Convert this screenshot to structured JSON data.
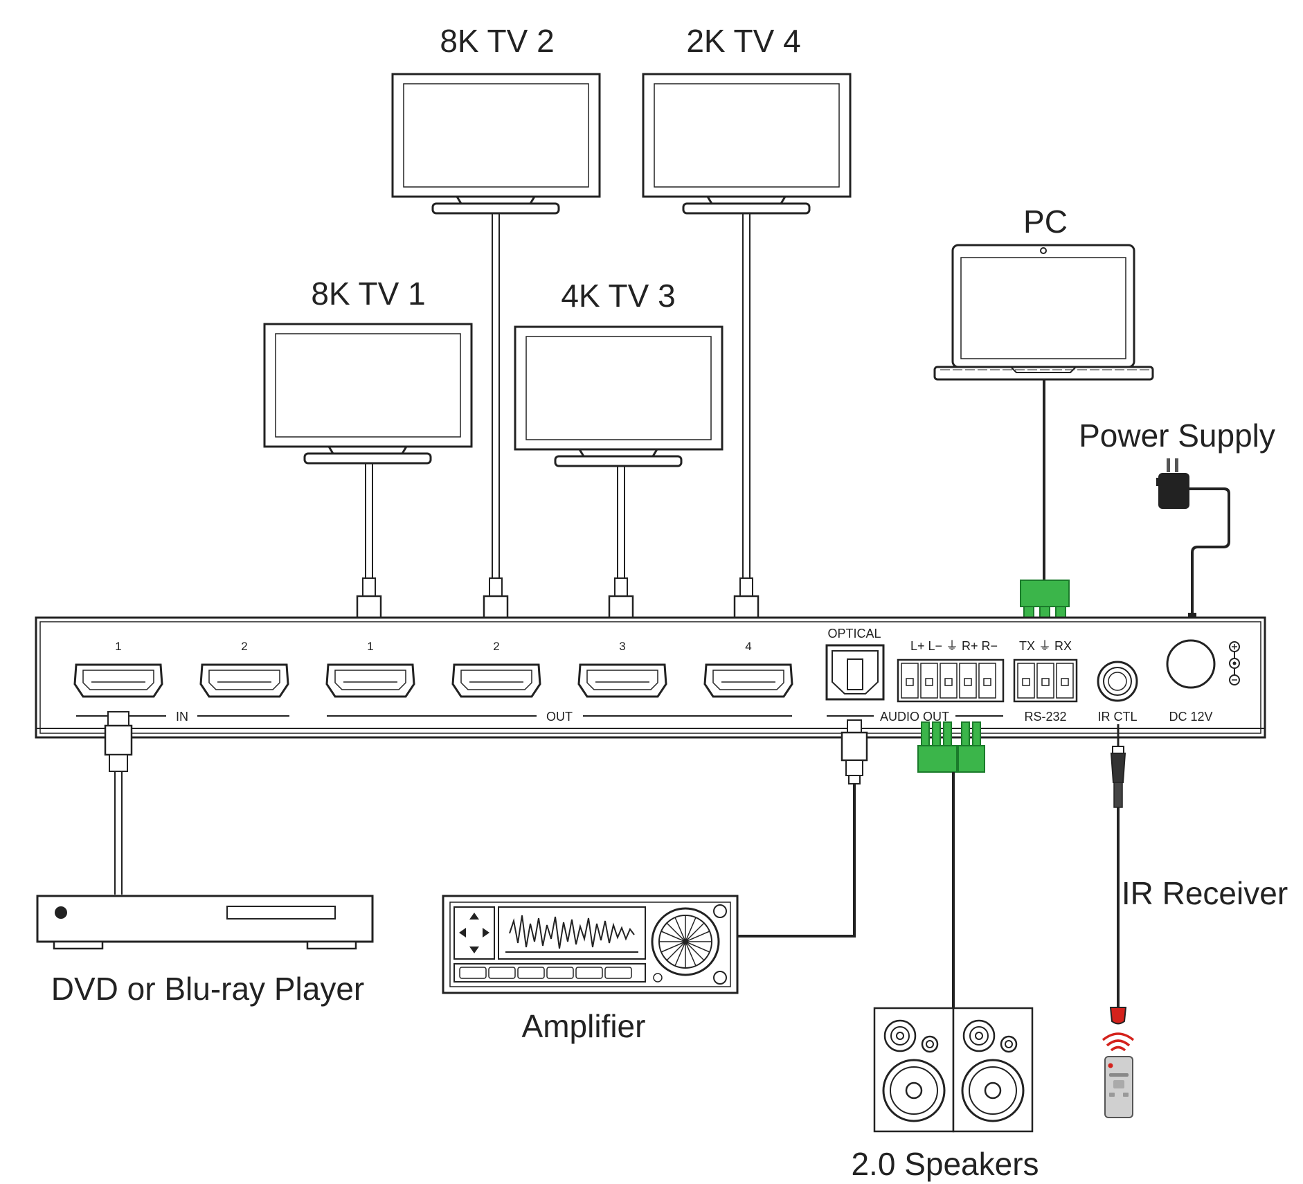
{
  "devices": {
    "tv1": "8K TV 1",
    "tv2": "8K TV 2",
    "tv3": "4K TV 3",
    "tv4": "2K TV 4",
    "pc": "PC",
    "power": "Power Supply",
    "dvd": "DVD or Blu-ray Player",
    "amp": "Amplifier",
    "speakers": "2.0 Speakers",
    "ir": "IR Receiver"
  },
  "panel": {
    "in_label": "IN",
    "out_label": "OUT",
    "in_ports": [
      "1",
      "2"
    ],
    "out_ports": [
      "1",
      "2",
      "3",
      "4"
    ],
    "optical": "OPTICAL",
    "audio_out": "AUDIO OUT",
    "audio_pins": "L+ L− ⏚ R+ R−",
    "rs232": "RS-232",
    "rs232_pins": "TX ⏚ RX",
    "ir_ctl": "IR CTL",
    "dc": "DC 12V"
  },
  "colors": {
    "connector_green": "#3bb54a",
    "ir_red": "#d4221c"
  }
}
